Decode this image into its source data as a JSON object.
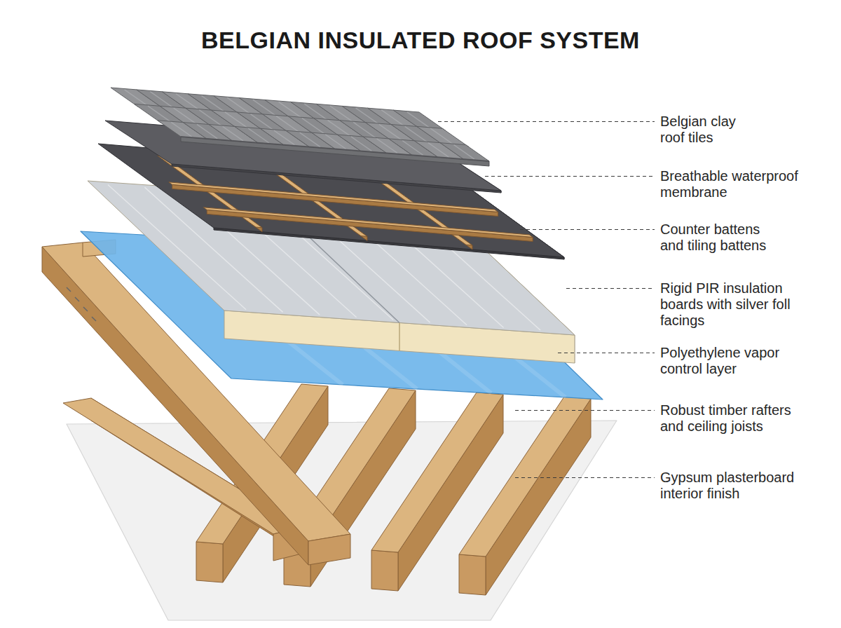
{
  "diagram": {
    "title": "BELGIAN INSULATED ROOF SYSTEM",
    "labels": [
      "Belgian clay roof tiles",
      "Breathable waterproof membrane",
      "Counter battens and tiling battens",
      "Rigid PIR insulation boards with silver foll facings",
      "Polyethylene vapor control layer",
      "Robust timber rafters and ceiling joists",
      "Gypsum plasterboard interior finish"
    ]
  }
}
